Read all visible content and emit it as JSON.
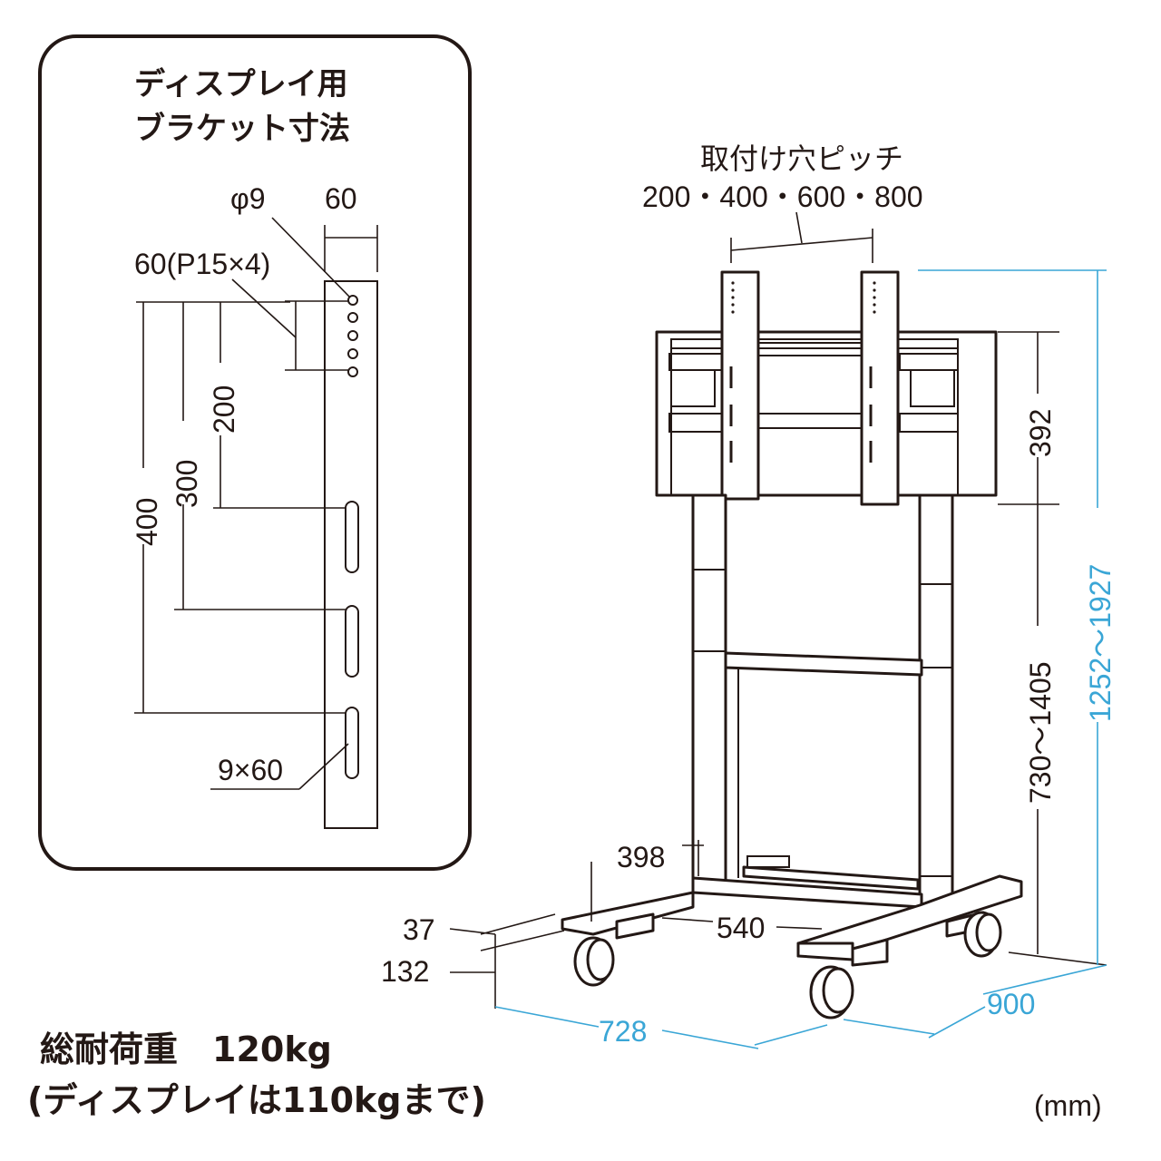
{
  "bracket_panel": {
    "title_line1": "ディスプレイ用",
    "title_line2": "ブラケット寸法",
    "hole_diameter": "φ9",
    "width": "60",
    "hole_spacing": "60(P15×4)",
    "dim_200": "200",
    "dim_300": "300",
    "dim_400": "400",
    "slot_size": "9×60"
  },
  "stand": {
    "pitch_label": "取付け穴ピッチ",
    "pitch_values": "200・400・600・800",
    "bracket_height": "392",
    "center_height": "730～1405",
    "total_height": "1252～1927",
    "base_depth_inner": "398",
    "base_thickness": "37",
    "caster_height": "132",
    "base_width": "540",
    "base_width_total": "728",
    "base_depth": "900"
  },
  "footer": {
    "load_line1": "総耐荷重　120kg",
    "load_line2": "(ディスプレイは110kgまで)",
    "unit": "(mm)"
  },
  "colors": {
    "line": "#231815",
    "dimension_accent": "#3aa6d6"
  }
}
